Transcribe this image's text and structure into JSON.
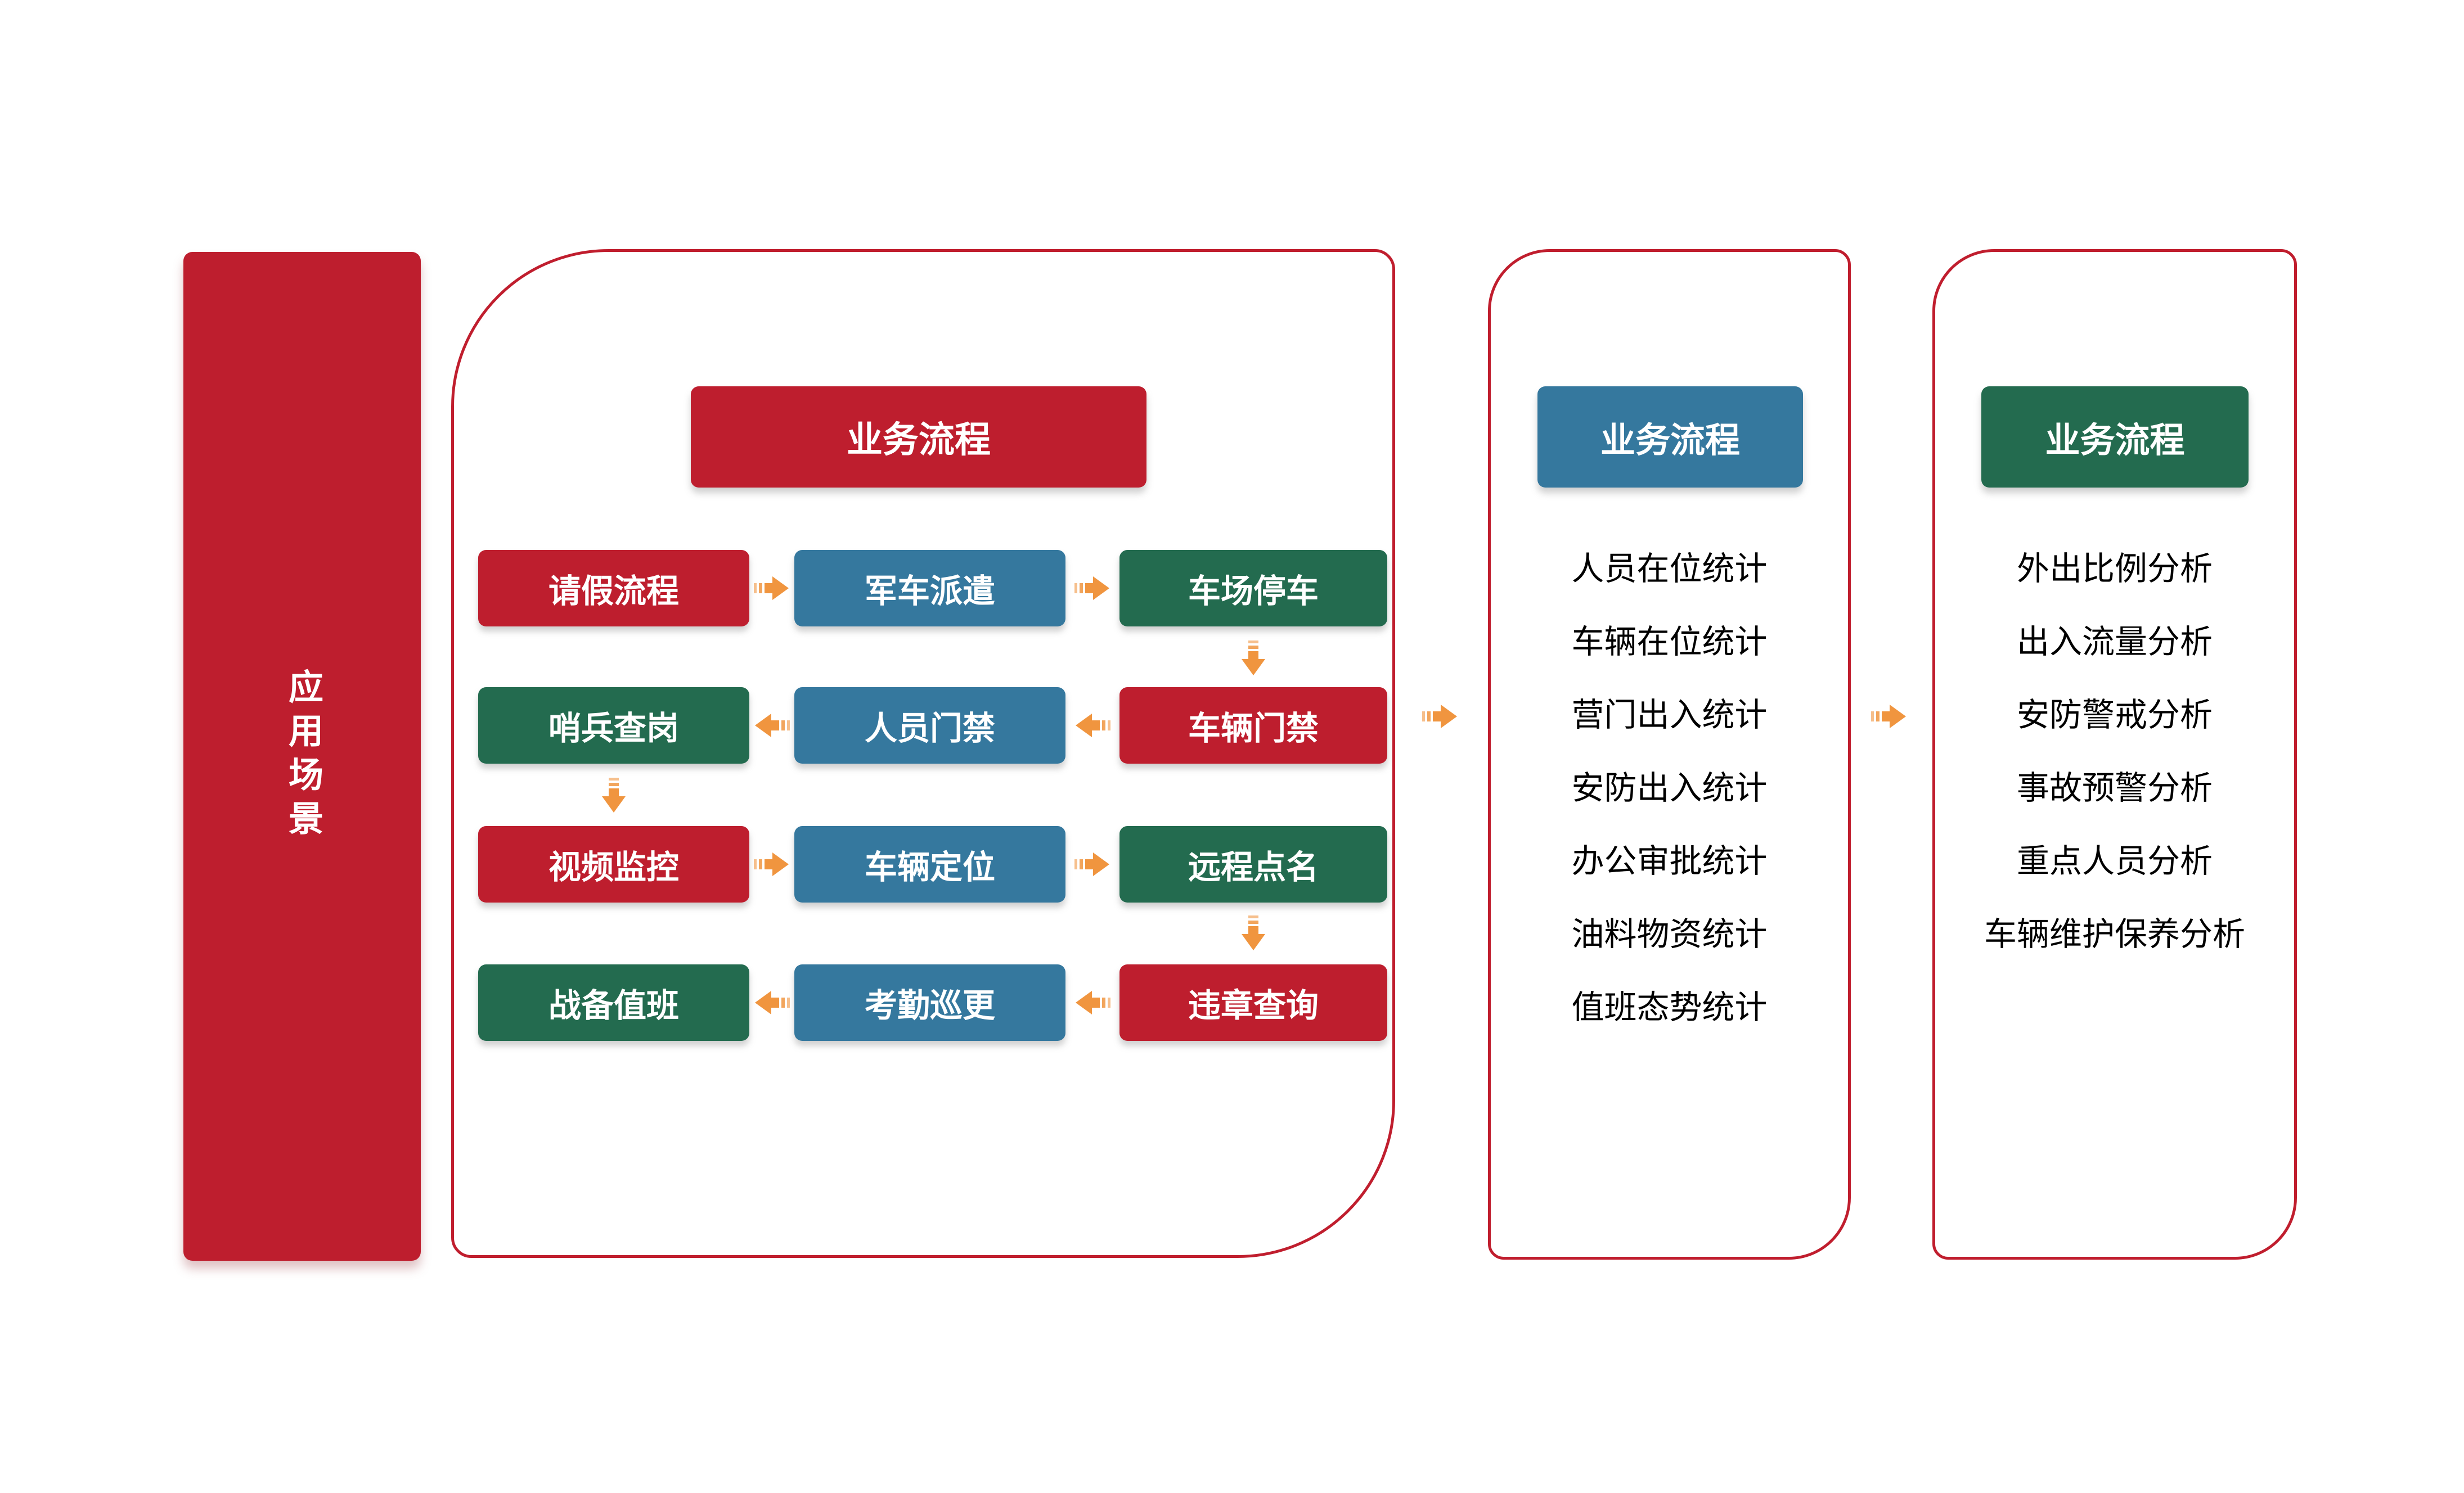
{
  "diagram": {
    "sidebar": {
      "title": "应用场景"
    },
    "flow_panel": {
      "header": "业务流程",
      "rows": [
        {
          "direction": "right",
          "cells": [
            {
              "label": "请假流程",
              "color": "red"
            },
            {
              "label": "军车派遣",
              "color": "blue"
            },
            {
              "label": "车场停车",
              "color": "green"
            }
          ]
        },
        {
          "direction": "left",
          "cells": [
            {
              "label": "哨兵查岗",
              "color": "green"
            },
            {
              "label": "人员门禁",
              "color": "blue"
            },
            {
              "label": "车辆门禁",
              "color": "red"
            }
          ]
        },
        {
          "direction": "right",
          "cells": [
            {
              "label": "视频监控",
              "color": "red"
            },
            {
              "label": "车辆定位",
              "color": "blue"
            },
            {
              "label": "远程点名",
              "color": "green"
            }
          ]
        },
        {
          "direction": "left",
          "cells": [
            {
              "label": "战备值班",
              "color": "green"
            },
            {
              "label": "考勤巡更",
              "color": "blue"
            },
            {
              "label": "违章查询",
              "color": "red"
            }
          ]
        }
      ]
    },
    "stats_panel": {
      "header": "业务流程",
      "items": [
        "人员在位统计",
        "车辆在位统计",
        "营门出入统计",
        "安防出入统计",
        "办公审批统计",
        "油料物资统计",
        "值班态势统计"
      ]
    },
    "analysis_panel": {
      "header": "业务流程",
      "items": [
        "外出比例分析",
        "出入流量分析",
        "安防警戒分析",
        "事故预警分析",
        "重点人员分析",
        "车辆维护保养分析"
      ]
    },
    "colors": {
      "red": "#BE1E2E",
      "blue": "#35789E",
      "green": "#236B4F",
      "panel_border": "#C01E2E",
      "arrow_orange": "#F0953F",
      "list_text": "#000000"
    }
  }
}
